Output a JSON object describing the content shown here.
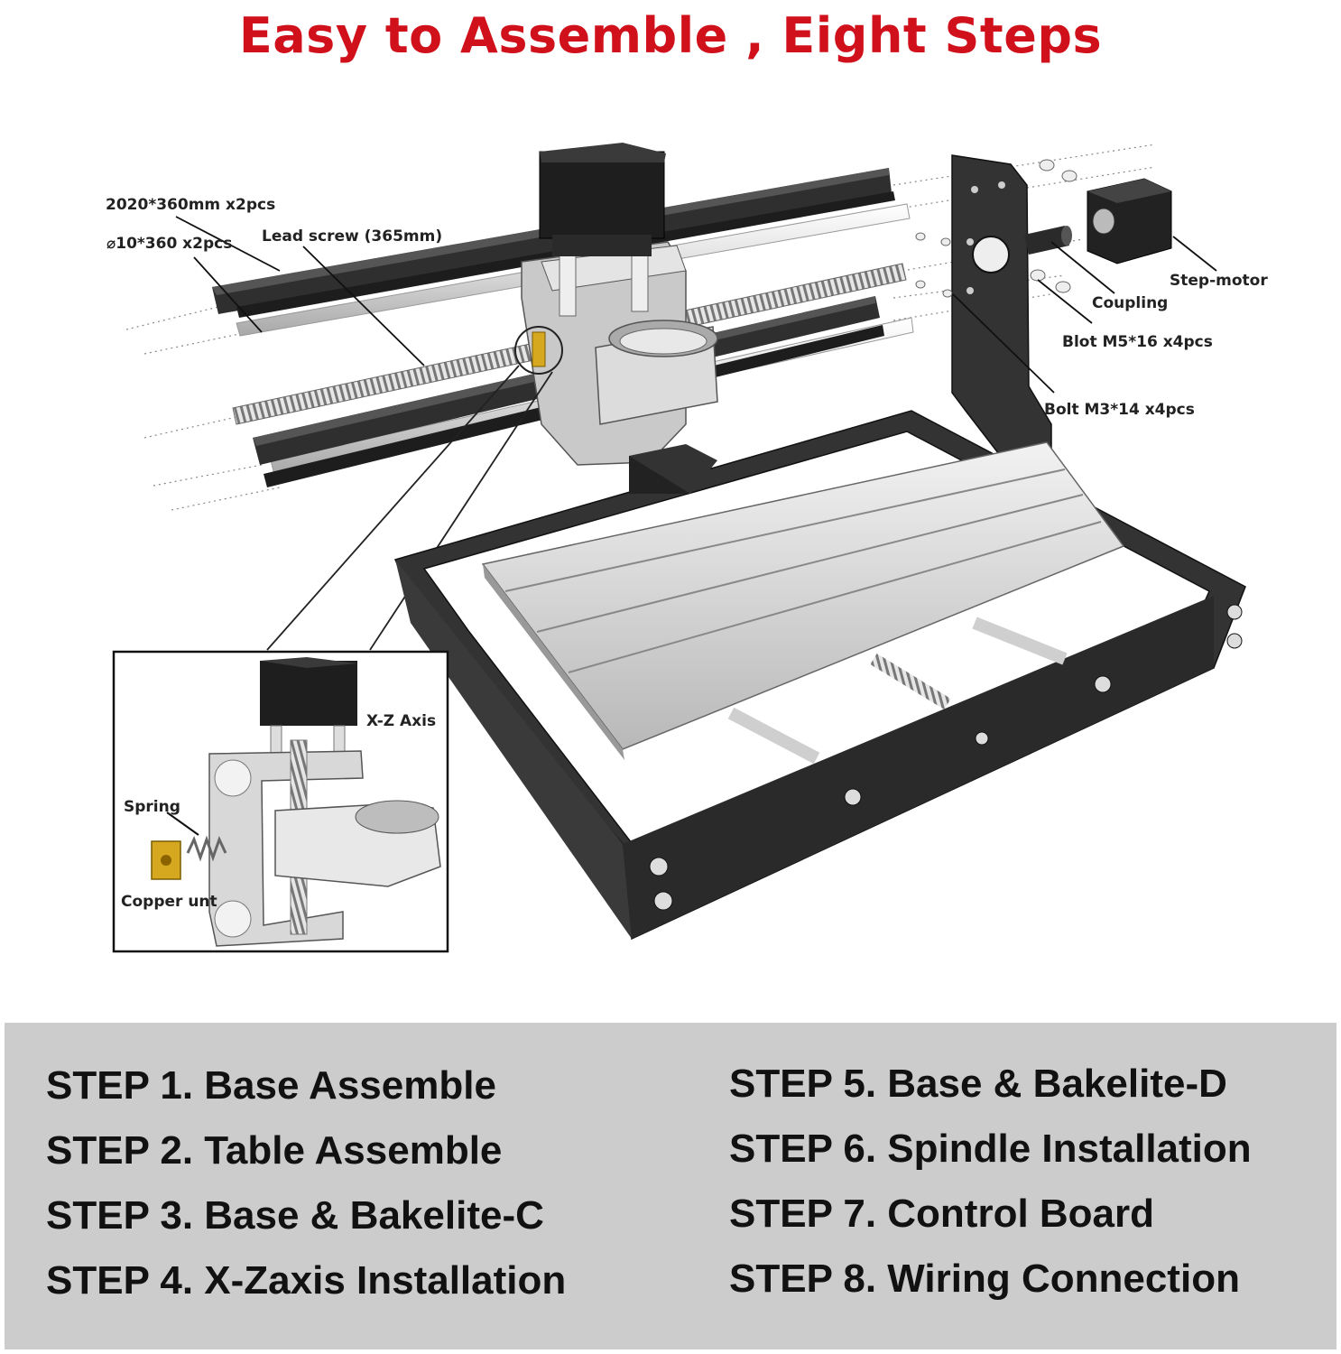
{
  "title": "Easy to Assemble , Eight Steps",
  "callouts": {
    "extrusion": "2020*360mm x2pcs",
    "rod": "⌀10*360 x2pcs",
    "lead_screw": "Lead screw (365mm)",
    "step_motor": "Step-motor",
    "coupling": "Coupling",
    "bolt_m5": "Blot M5*16 x4pcs",
    "bolt_m3": "Bolt M3*14 x4pcs",
    "xz_axis": "X-Z Axis",
    "spring": "Spring",
    "copper_nut": "Copper unt"
  },
  "steps": [
    "STEP 1. Base Assemble",
    "STEP 2. Table Assemble",
    "STEP 3. Base & Bakelite-C",
    "STEP 4. X-Zaxis Installation",
    "STEP 5. Base & Bakelite-D",
    "STEP 6. Spindle Installation",
    "STEP 7. Control Board",
    "STEP 8. Wiring Connection"
  ],
  "colors": {
    "title": "#d0101a",
    "panel": "#cccccc",
    "frame": "#3a3a3a",
    "brass": "#d6a820"
  }
}
